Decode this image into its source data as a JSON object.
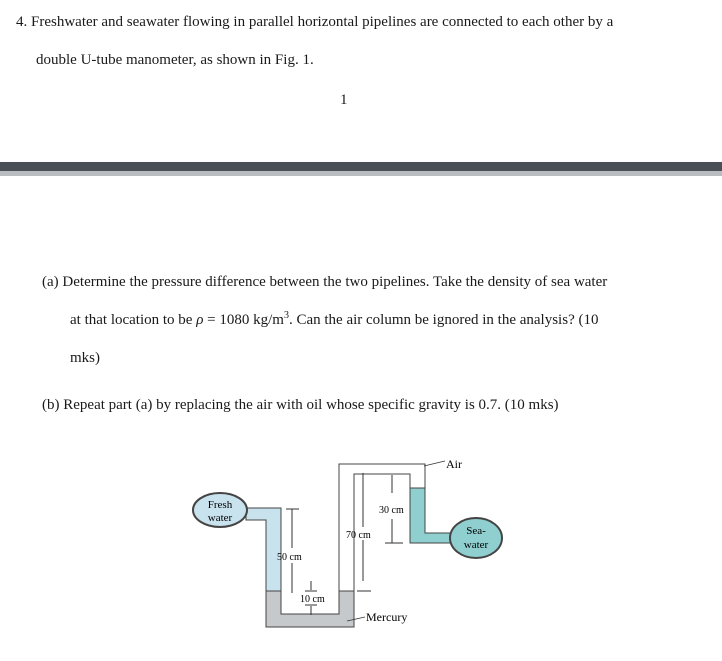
{
  "question": {
    "number": "4.",
    "line1": "Freshwater and seawater flowing in parallel horizontal pipelines are connected to each other by a",
    "line2": "double U-tube manometer, as shown in Fig. 1.",
    "page_number": "1"
  },
  "part_a": {
    "label": "(a)",
    "line1": "Determine the pressure difference between the two pipelines. Take the density of sea water",
    "line2_prefix": "at that location to be",
    "rho_symbol": "ρ",
    "line2_eq": "= 1080 kg/m",
    "line2_exp": "3",
    "line2_suffix": ". Can the air column be ignored in the analysis? (10",
    "line3": "mks)"
  },
  "part_b": {
    "label": "(b)",
    "text": "Repeat part (a) by replacing the air with oil whose specific gravity is 0.7. (10 mks)"
  },
  "figure": {
    "labels": {
      "fresh_line1": "Fresh",
      "fresh_line2": "water",
      "sea_line1": "Sea-",
      "sea_line2": "water",
      "air": "Air",
      "mercury": "Mercury",
      "dim_50": "50 cm",
      "dim_10": "10 cm",
      "dim_70": "70 cm",
      "dim_30": "30 cm"
    },
    "colors": {
      "fresh_water": "#c8e2ee",
      "sea_water": "#8fcfcf",
      "mercury": "#c6c9cc",
      "air": "#ffffff",
      "outline": "#444444"
    }
  }
}
